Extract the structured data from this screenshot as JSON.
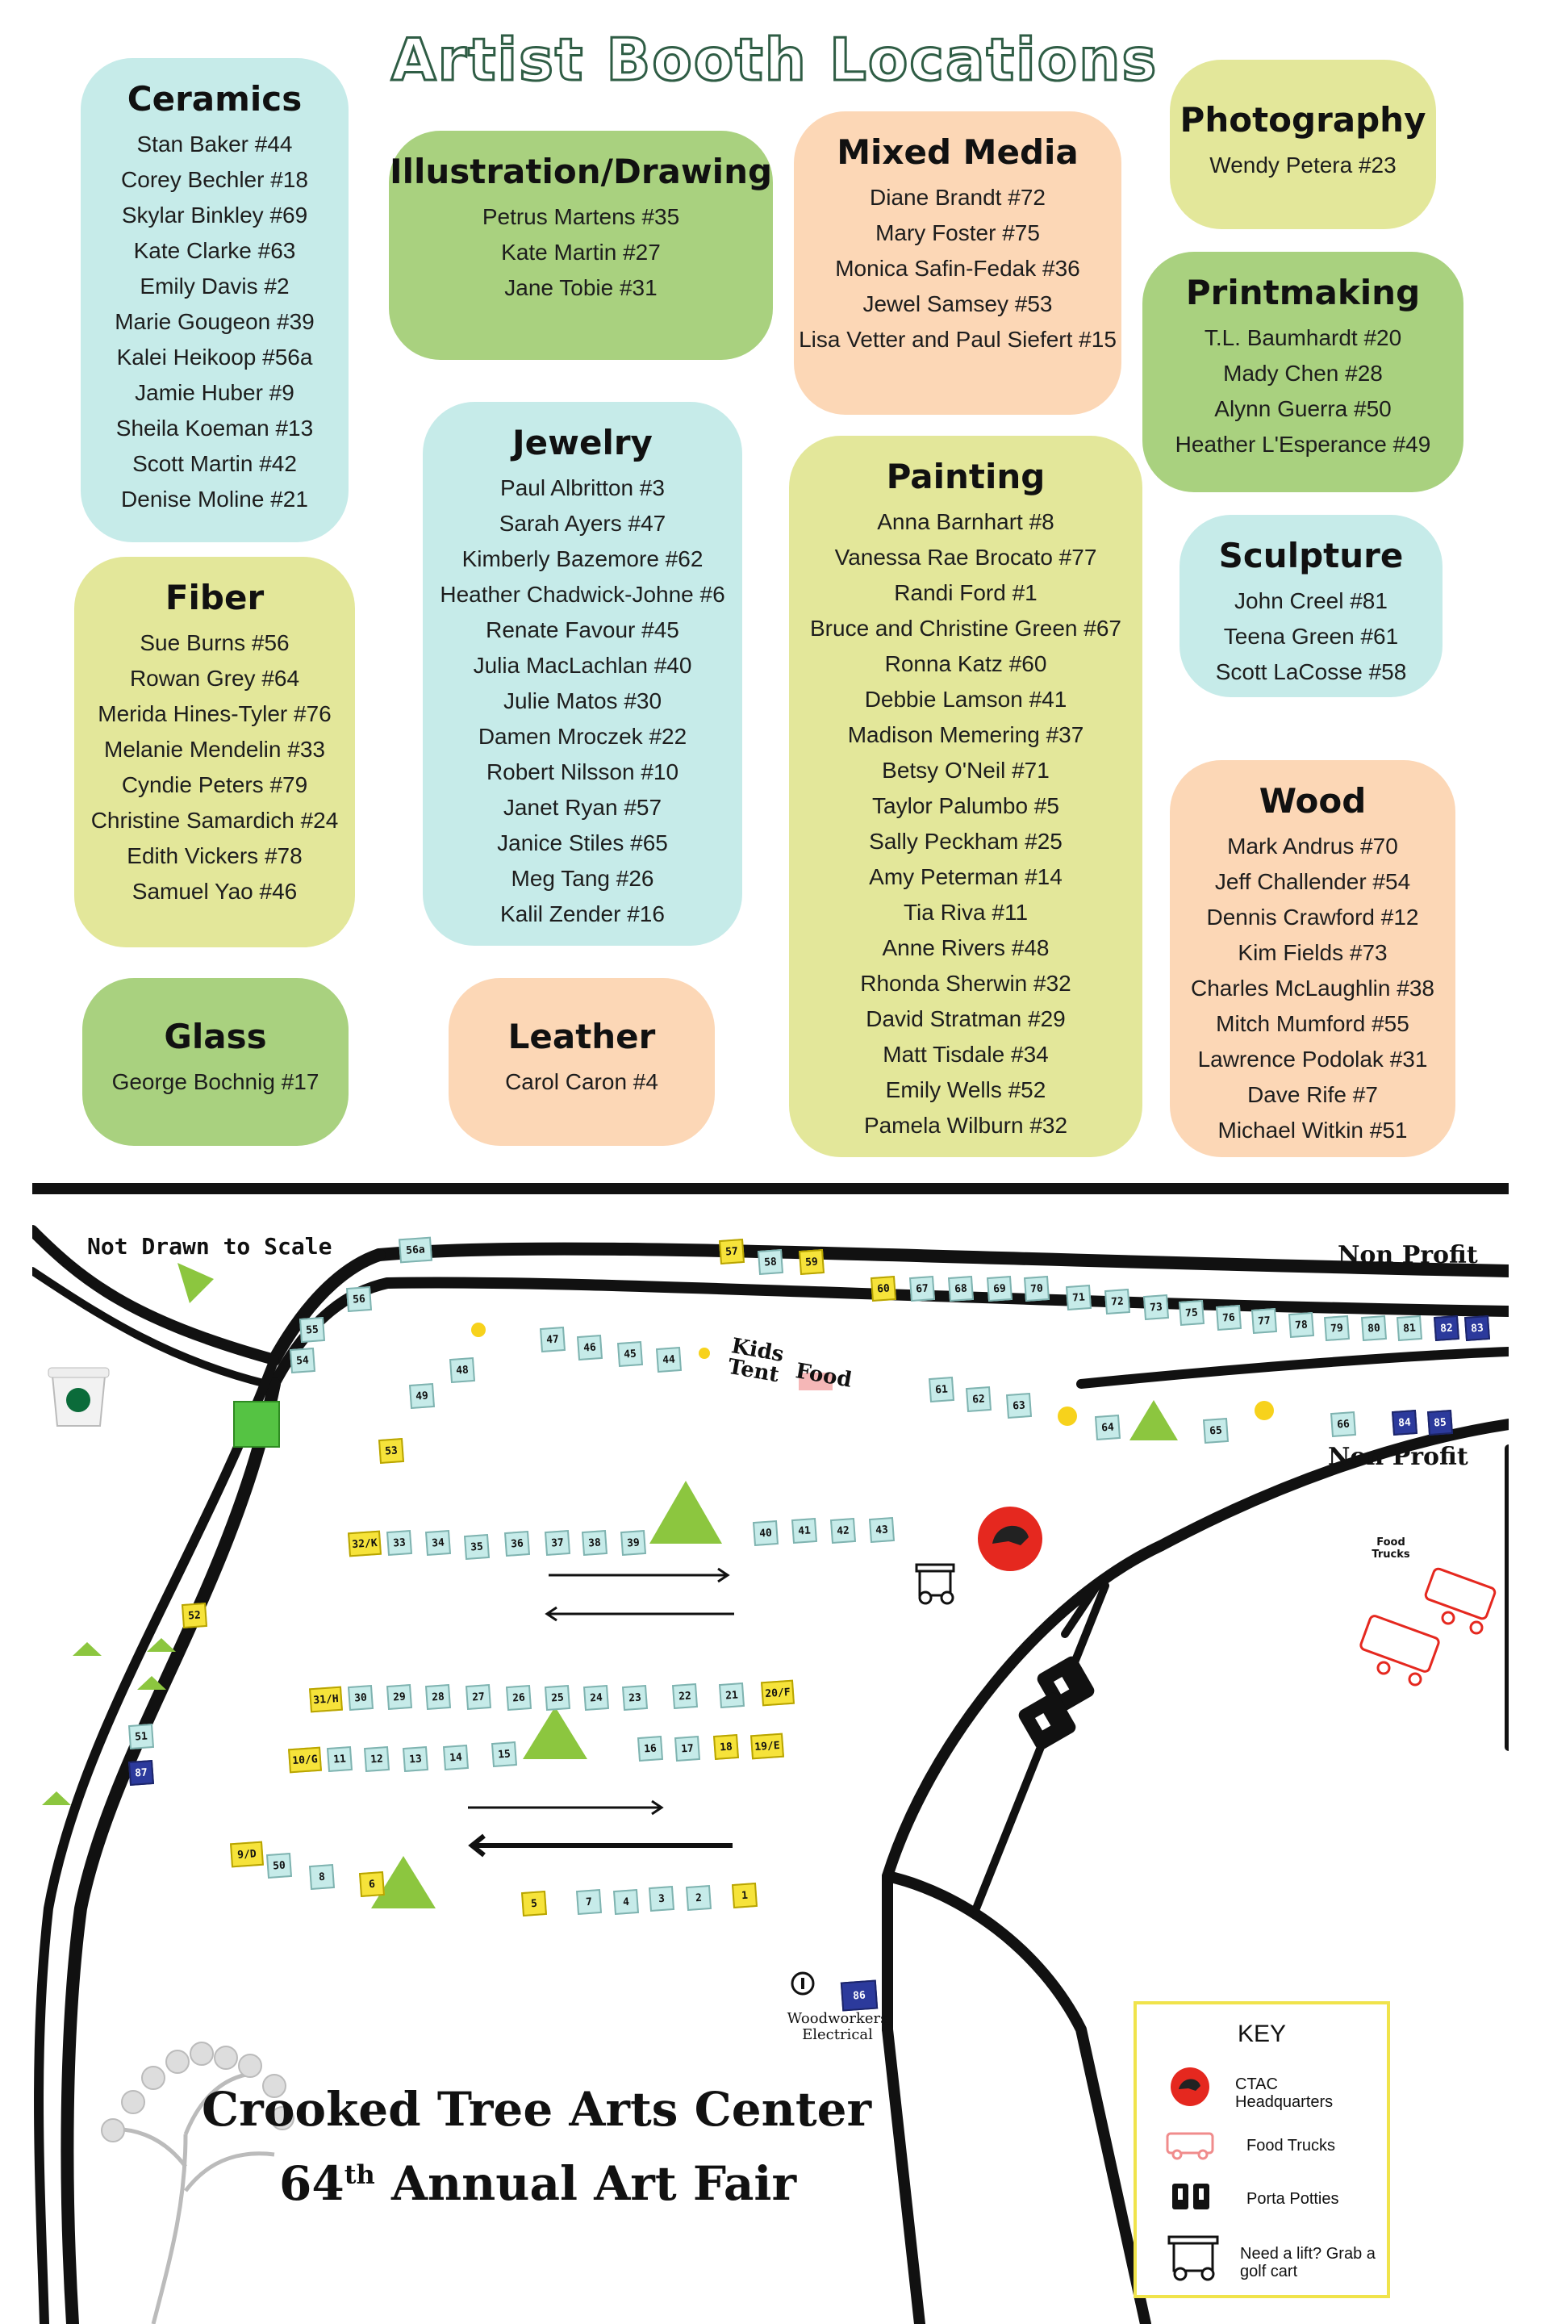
{
  "page": {
    "title": "Artist Booth Locations"
  },
  "categories": [
    {
      "name": "Ceramics",
      "artists": [
        "Stan Baker #44",
        "Corey Bechler #18",
        "Skylar Binkley #69",
        "Kate Clarke #63",
        "Emily Davis #2",
        "Marie Gougeon #39",
        "Kalei Heikoop #56a",
        "Jamie Huber #9",
        "Sheila Koeman #13",
        "Scott Martin #42",
        "Denise Moline #21"
      ]
    },
    {
      "name": "Fiber",
      "artists": [
        "Sue Burns #56",
        "Rowan Grey #64",
        "Merida Hines-Tyler #76",
        "Melanie Mendelin #33",
        "Cyndie Peters #79",
        "Christine Samardich #24",
        "Edith Vickers #78",
        "Samuel Yao #46"
      ]
    },
    {
      "name": "Glass",
      "artists": [
        "George Bochnig #17"
      ]
    },
    {
      "name": "Illustration/Drawing",
      "artists": [
        "Petrus Martens #35",
        "Kate Martin #27",
        "Jane Tobie #31"
      ]
    },
    {
      "name": "Jewelry",
      "artists": [
        "Paul Albritton #3",
        "Sarah Ayers #47",
        "Kimberly Bazemore #62",
        "Heather Chadwick-Johne #6",
        "Renate Favour #45",
        "Julia MacLachlan #40",
        "Julie Matos #30",
        "Damen Mroczek #22",
        "Robert Nilsson #10",
        "Janet Ryan #57",
        "Janice Stiles #65",
        "Meg Tang #26",
        "Kalil Zender #16"
      ]
    },
    {
      "name": "Leather",
      "artists": [
        "Carol Caron #4"
      ]
    },
    {
      "name": "Mixed Media",
      "artists": [
        "Diane Brandt #72",
        "Mary Foster #75",
        "Monica Safin-Fedak #36",
        "Jewel Samsey #53",
        "Lisa Vetter and Paul Siefert #15"
      ]
    },
    {
      "name": "Painting",
      "artists": [
        "Anna Barnhart #8",
        "Vanessa Rae Brocato #77",
        "Randi Ford #1",
        "Bruce and Christine Green #67",
        "Ronna Katz #60",
        "Debbie Lamson #41",
        "Madison Memering #37",
        "Betsy O'Neil #71",
        "Taylor Palumbo #5",
        "Sally Peckham #25",
        "Amy Peterman #14",
        "Tia Riva #11",
        "Anne Rivers #48",
        "Rhonda Sherwin #32",
        "David Stratman #29",
        "Matt Tisdale #34",
        "Emily Wells #52",
        "Pamela Wilburn #32"
      ]
    },
    {
      "name": "Photography",
      "artists": [
        "Wendy Petera #23"
      ]
    },
    {
      "name": "Printmaking",
      "artists": [
        "T.L. Baumhardt #20",
        "Mady Chen #28",
        "Alynn Guerra #50",
        "Heather L'Esperance #49"
      ]
    },
    {
      "name": "Sculpture",
      "artists": [
        "John Creel #81",
        "Teena Green #61",
        "Scott LaCosse #58"
      ]
    },
    {
      "name": "Wood",
      "artists": [
        "Mark Andrus #70",
        "Jeff Challender #54",
        "Dennis Crawford #12",
        "Kim Fields #73",
        "Charles McLaughlin #38",
        "Mitch Mumford #55",
        "Lawrence Podolak #31",
        "Dave Rife #7",
        "Michael Witkin #51"
      ]
    }
  ],
  "map": {
    "not_to_scale": "Not Drawn to Scale",
    "non_profit_top": "Non Profit",
    "non_profit_mid": "Non Profit",
    "kids_tent": "Kids Tent",
    "food": "Food",
    "food_trucks": "Food Trucks",
    "woodworkers_electrical": "Woodworkers Electrical",
    "footer_line1": "Crooked Tree Arts Center",
    "footer_ordinal": "64",
    "footer_sup": "th",
    "footer_rest": "Annual Art Fair",
    "booths": {
      "blue": [
        "56a",
        "56",
        "55",
        "54",
        "48",
        "49",
        "47",
        "46",
        "45",
        "44",
        "58",
        "67",
        "68",
        "69",
        "70",
        "71",
        "72",
        "73",
        "75",
        "76",
        "77",
        "78",
        "79",
        "80",
        "81",
        "61",
        "62",
        "63",
        "64",
        "65",
        "66",
        "33",
        "34",
        "35",
        "36",
        "37",
        "38",
        "39",
        "40",
        "41",
        "42",
        "43",
        "30",
        "29",
        "28",
        "27",
        "26",
        "25",
        "24",
        "23",
        "22",
        "21",
        "11",
        "12",
        "13",
        "14",
        "15",
        "16",
        "17",
        "50",
        "8",
        "7",
        "4",
        "3",
        "2",
        "51"
      ],
      "yellow": [
        "57",
        "59",
        "60",
        "53",
        "32/K",
        "52",
        "31/H",
        "20/F",
        "10/G",
        "18",
        "19/E",
        "9/D",
        "6",
        "5",
        "1"
      ],
      "navy": [
        "82",
        "83",
        "84",
        "85",
        "87",
        "86"
      ]
    }
  },
  "key": {
    "title": "KEY",
    "items": [
      {
        "label": "CTAC Headquarters",
        "icon": "ctac-headquarters-icon"
      },
      {
        "label": "Food Trucks",
        "icon": "food-truck-icon"
      },
      {
        "label": "Porta Potties",
        "icon": "porta-potty-icon"
      },
      {
        "label": "Need a lift? Grab a golf cart",
        "icon": "golf-cart-icon"
      }
    ]
  },
  "colors": {
    "blue": "#c6ebe9",
    "lime": "#e3e79a",
    "green": "#a9d17f",
    "peach": "#fcd7b6",
    "booth_yellow": "#f6e33a",
    "booth_navy": "#2c3a9c",
    "marker_green": "#8cc63f",
    "ctac_red": "#e5281f"
  }
}
